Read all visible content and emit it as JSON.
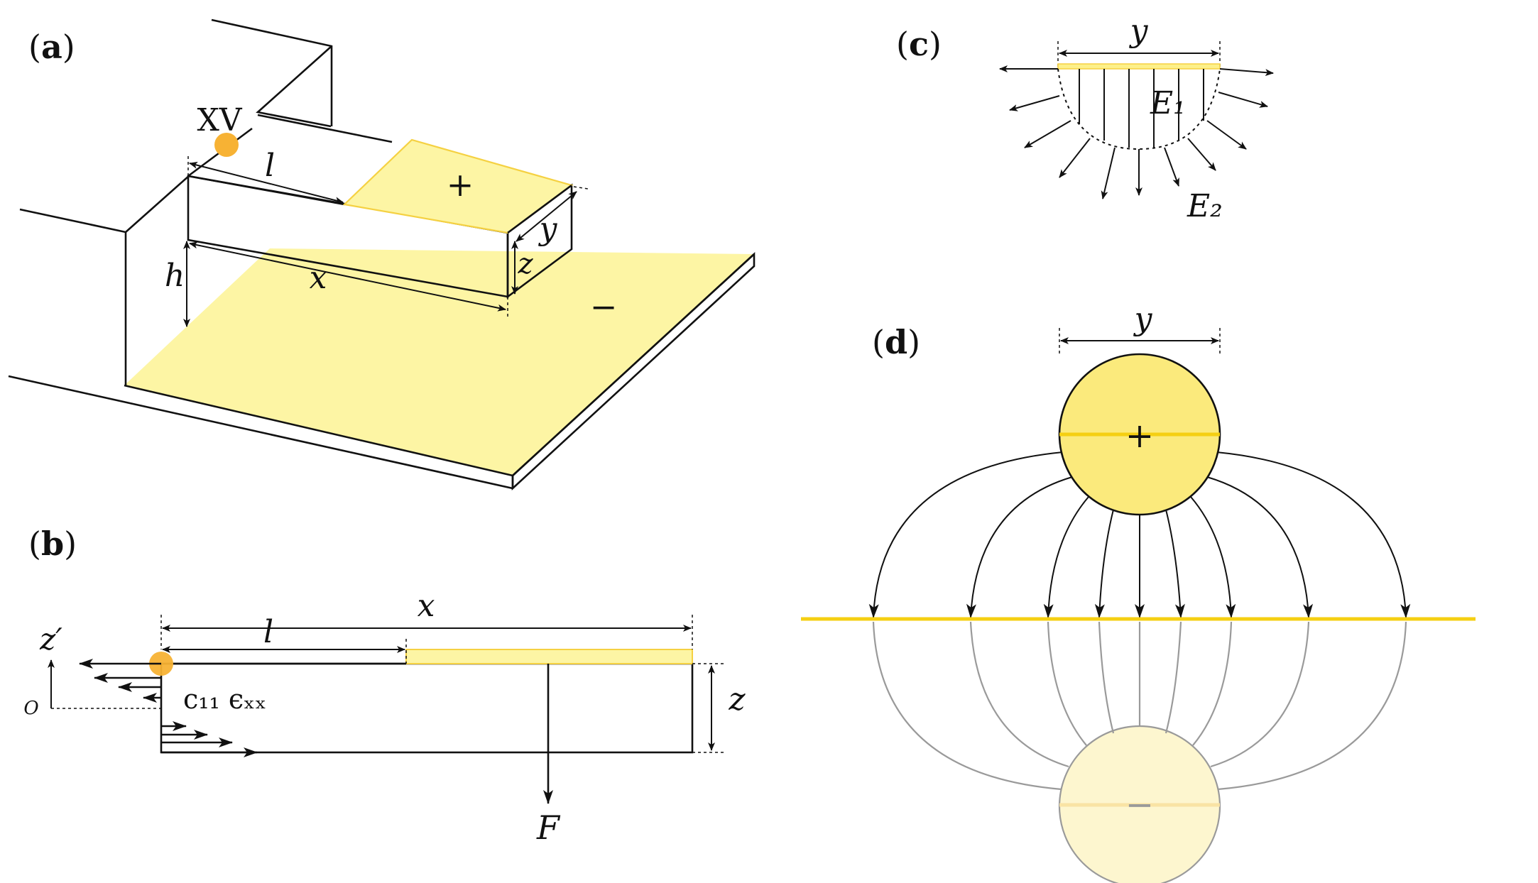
{
  "colors": {
    "electrode": "#fdf5a4",
    "electrode_edge": "#f5d142",
    "electrode_line": "#f5cf12",
    "xv_dot": "#f7b234",
    "sphere_top": "#fbea7c",
    "sphere_bottom": "#fdf6cf",
    "ink": "#111111",
    "field_grey": "#9a9a9a"
  },
  "panels": {
    "a": {
      "label": "a"
    },
    "b": {
      "label": "b"
    },
    "c": {
      "label": "c"
    },
    "d": {
      "label": "d"
    }
  },
  "panel_a": {
    "xv": "XV",
    "l": "l",
    "x": "x",
    "h": "h",
    "y": "y",
    "z": "z",
    "plus": "+",
    "minus": "−"
  },
  "panel_b": {
    "x": "x",
    "l": "l",
    "z_prime": "z′",
    "o": "O",
    "stress": "c₁₁ ϵₓₓ",
    "z": "z",
    "F": "F"
  },
  "panel_c": {
    "y": "y",
    "E1": "E₁",
    "E2": "E₂"
  },
  "panel_d": {
    "y": "y",
    "plus": "+",
    "minus": "−"
  },
  "icons": [
    "arrowhead-icon",
    "orange-dot-icon"
  ]
}
